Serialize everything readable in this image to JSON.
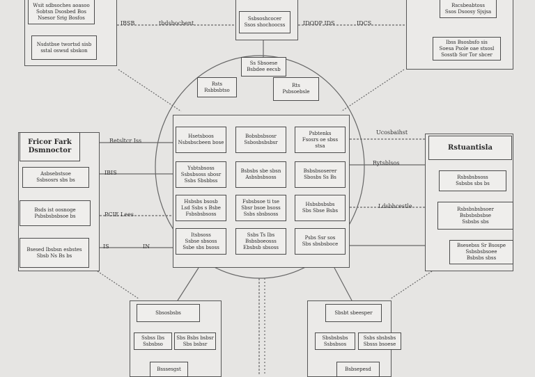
{
  "top": {
    "left_boxes": [
      [
        "Wsit sdbsoches aoasoo",
        "Sobtsn Dsosbed Bos",
        "Nsesor Srig Bosfos"
      ],
      [
        "Nsdstbse twortsd sisb",
        "sstal oswsd sbskon"
      ]
    ],
    "center_box": [
      "Ssbsoshcocer",
      "Ssos shochoocss"
    ],
    "right_boxes": [
      [
        "Rscsbeabtoss",
        "Ssos Dsoosy Sjsjsa"
      ],
      [
        "Ibss Bsosbsfo sis",
        "Soesa Psole oae stsosl",
        "Sosstb Sor Tor sbcer"
      ]
    ],
    "line_labels": [
      "IBSB",
      "tbdsbocbent",
      "IDODP IDS",
      "IDCS"
    ]
  },
  "hub": {
    "top_boxes": [
      [
        "Ss Sbsoese",
        "Bsbdee eecsb"
      ],
      [
        "Rsts",
        "Rsbbsbtso"
      ],
      [
        "Rts",
        "Psbsoebsle"
      ]
    ],
    "grid": [
      [
        [
          "Hsetsboos",
          "Nsbsbscbeen bose"
        ],
        [
          "Bobsbsbsosr",
          "Ssbosbsbsbsr"
        ],
        [
          "Psbtenks",
          "Fsosrs oe sbss stsa"
        ]
      ],
      [
        [
          "Ysbtsbsoss",
          "Ssbsbsoss sbosr",
          "Ssbs Sbsbbss"
        ],
        [
          "Bsbsbs sbe sbsn",
          "Asbsbsbsoss"
        ],
        [
          "Bsbsbsoserer",
          "Sbosbs Ss Bs"
        ]
      ],
      [
        [
          "Hsbsbs bsosb",
          "Lsd Ssbs s Bsbe",
          "Fsbsbsbsoss"
        ],
        [
          "Fsbsbsoe ti tse",
          "Sbsr bsoe bsoss",
          "Ssbs sbsbsoss"
        ],
        [
          "Hsbsbsbsbs",
          "Sbs Sbse Bsbs"
        ]
      ],
      [
        [
          "Itsbsoss",
          "Ssbse sbsoss",
          "Ssbe sbs bsoss"
        ],
        [
          "Ssbs Ts Ibs",
          "Bsbsboeosss",
          "Ebsbsb sbsoss"
        ],
        [
          "Psbs Ssr sos",
          "Sbs sbsbsboce"
        ]
      ]
    ]
  },
  "left": {
    "boxes": [
      [
        "Fricor Fark",
        "Dsmnoctor"
      ],
      [
        "Asbsebstsoe",
        "Ssbsosrs sbs bs"
      ],
      [
        "Bsds ist oosnoge",
        "Psbsbsbsbsoe bs"
      ],
      [
        "Bsesed Ibsbsn  esbstes",
        "Sbsb Ns Bs bs"
      ]
    ],
    "line_labels": [
      "Retsltcr Iss",
      "IBIS",
      "PCIE Lees",
      "IS",
      "IN"
    ]
  },
  "right": {
    "title": "Rstuantisla",
    "boxes": [
      [
        "Rsbsbsbsoss",
        "Ssbsbs sbs bs"
      ],
      [
        "Rsbsbsbsbsoer",
        "Bsbsbsbsbse",
        "Ssbsbs sbs"
      ],
      [
        "Bsesebss Sr Bsospe",
        "Ssbsbsbsoee",
        "Bsbsbs sbss"
      ]
    ],
    "line_labels": [
      "Ucosbaihst",
      "Rytsblsos",
      "Ldsbhcestle"
    ]
  },
  "bottom_left": {
    "boxes": [
      [
        "Sbsosbsbs"
      ],
      [
        "Ssbss Ibs",
        "Ssbsbso"
      ],
      [
        "Sbs Bsbs bsbsr",
        "Sbs bsbsr"
      ],
      [
        "Bsssesgst"
      ]
    ]
  },
  "bottom_right": {
    "boxes": [
      [
        "Sbsbt sbeesper"
      ],
      [
        "Sbsbsbsbs",
        "Ssbsbsos"
      ],
      [
        "Ssbs sbsbsbs",
        "Sbsss bsoese"
      ],
      [
        "Bsbsepesd"
      ]
    ]
  },
  "colors": {
    "background": "#e6e5e3",
    "line": "#555555",
    "accent": "#c0604a"
  }
}
